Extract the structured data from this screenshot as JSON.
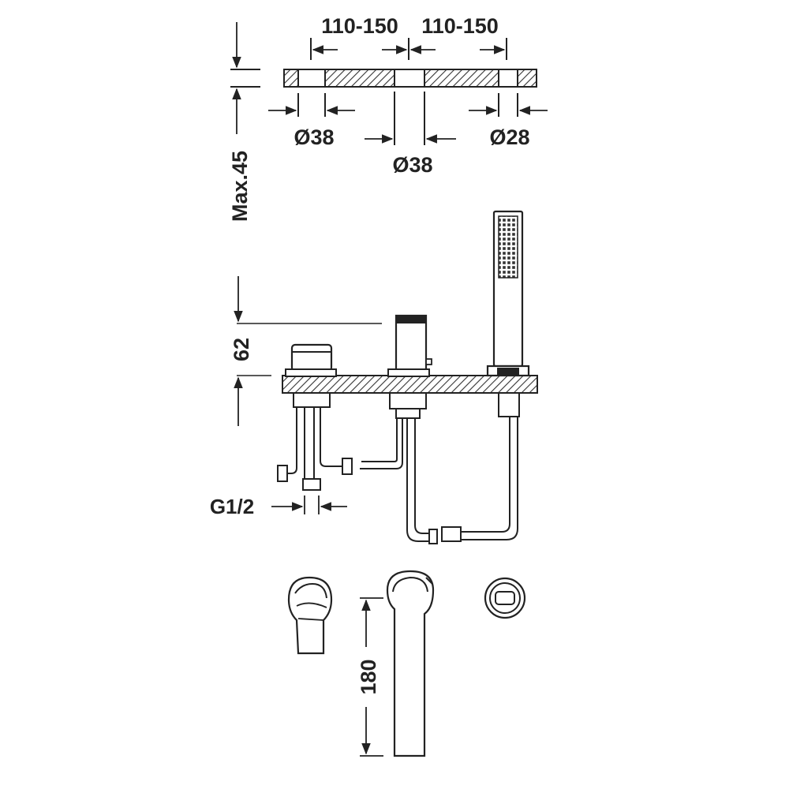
{
  "top_view": {
    "spacing_left": "110-150",
    "spacing_right": "110-150",
    "max_thickness": "Max.45",
    "hole_left": "Ø38",
    "hole_center": "Ø38",
    "hole_right": "Ø28"
  },
  "side_view": {
    "height_above_deck": "62",
    "thread": "G1/2"
  },
  "front_view": {
    "spout_height": "180"
  },
  "colors": {
    "line": "#222222",
    "background": "#ffffff"
  }
}
